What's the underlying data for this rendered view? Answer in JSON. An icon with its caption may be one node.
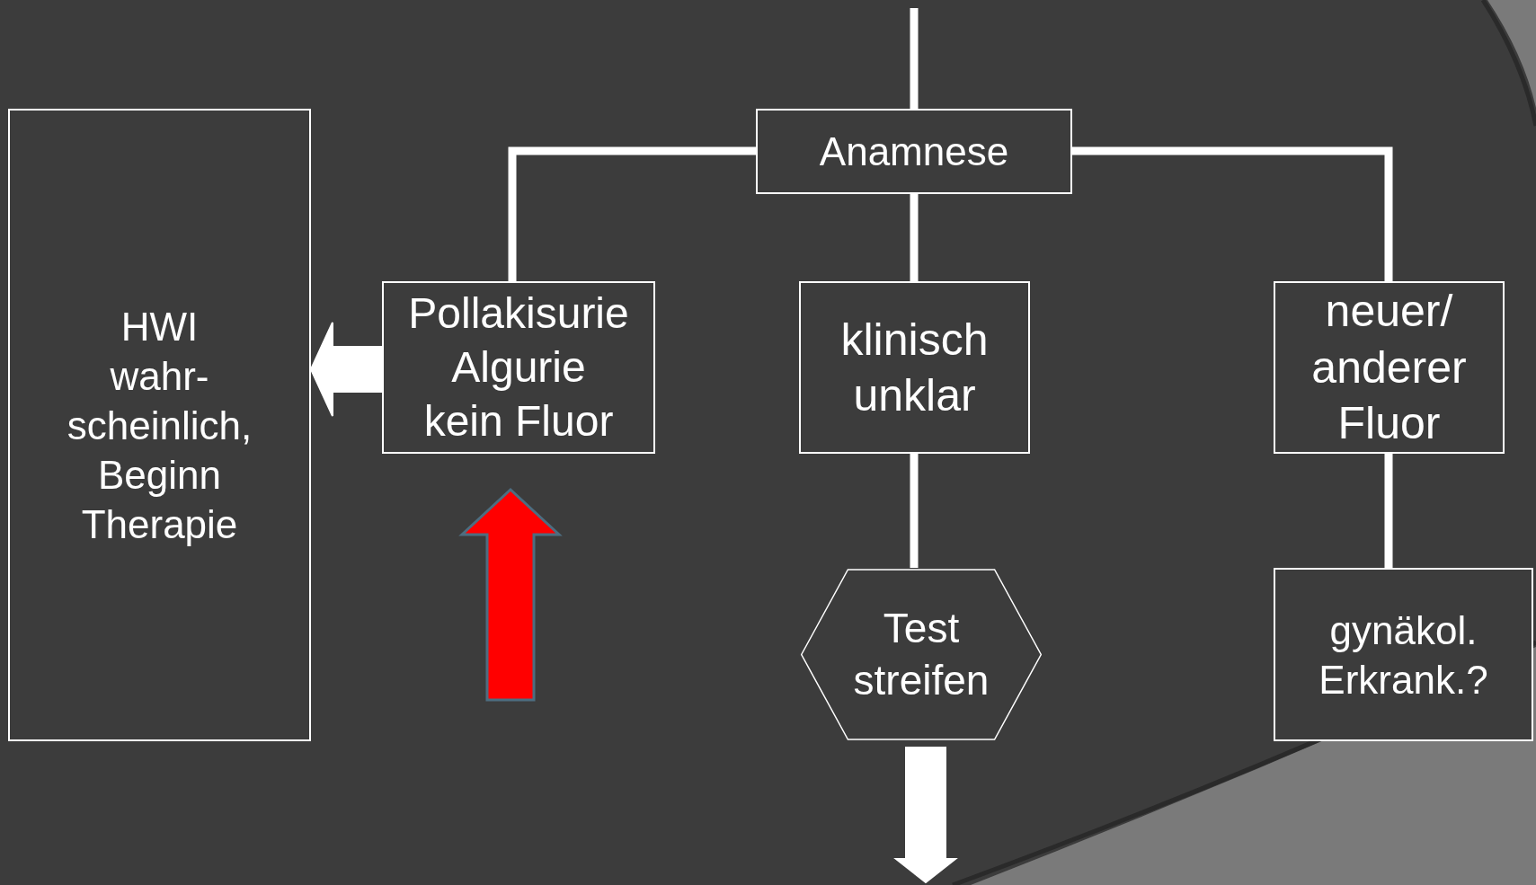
{
  "diagram": {
    "nodes": [
      {
        "text": [
          "Anamnese"
        ]
      },
      {
        "text": [
          "HWI wahr- scheinlich, Beginn Therapie"
        ]
      },
      {
        "text": [
          "Pollakisurie Algurie kein Fluor"
        ]
      },
      {
        "text": [
          "klinisch unklar"
        ]
      },
      {
        "text": [
          "neuer/ anderer Fluor"
        ]
      },
      {
        "text": [
          "Test streifen"
        ]
      },
      {
        "text": [
          "gynäkol. Erkrank.?"
        ]
      }
    ],
    "edges": [
      {
        "from": null,
        "to": 0,
        "arrow": "none"
      },
      {
        "from": 0,
        "to": 2,
        "arrow": "none"
      },
      {
        "from": 0,
        "to": 3,
        "arrow": "none"
      },
      {
        "from": 0,
        "to": 4,
        "arrow": "none"
      },
      {
        "from": 2,
        "to": 1,
        "arrow": "to",
        "style": "thick"
      },
      {
        "from": null,
        "to": 2,
        "arrow": "to",
        "style": "thick",
        "color": "#ff0000"
      },
      {
        "from": 3,
        "to": 5,
        "arrow": "none"
      },
      {
        "from": 4,
        "to": 6,
        "arrow": "none"
      },
      {
        "from": 5,
        "to": null,
        "arrow": "to",
        "style": "thick"
      }
    ]
  }
}
